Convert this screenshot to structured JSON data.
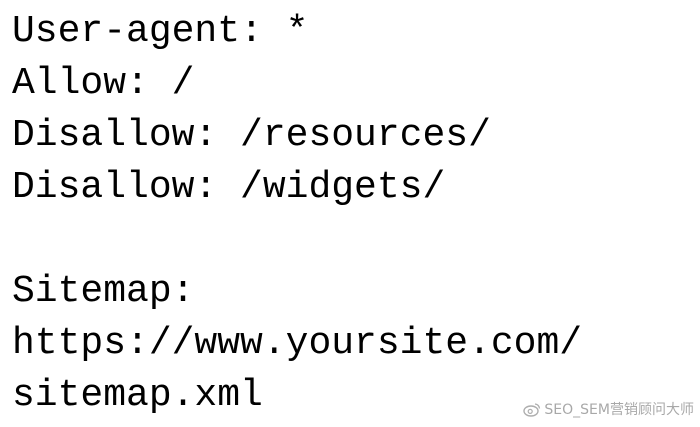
{
  "document": {
    "lines": [
      "User-agent: *",
      "Allow: /",
      "Disallow: /resources/",
      "Disallow: /widgets/",
      "",
      "Sitemap:",
      "https://www.yoursite.com/",
      "sitemap.xml"
    ]
  },
  "watermark": {
    "icon": "weibo-icon",
    "text": "SEO_SEM营销顾问大师"
  }
}
